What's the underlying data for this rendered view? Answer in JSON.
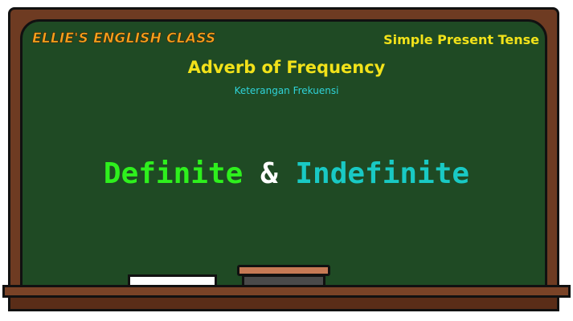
{
  "board": {
    "class_name": "ELLIE'S ENGLISH CLASS",
    "tense": "Simple Present Tense",
    "title": "Adverb of Frequency",
    "subtitle": "Keterangan Frekuensi",
    "headline": {
      "word1": "Definite",
      "amp": "&",
      "word2": "Indefinite"
    }
  },
  "colors": {
    "frame_wood": "#6e3b22",
    "board_green": "#1f4a24",
    "class_name_orange": "#f5a11c",
    "yellow_text": "#f2e21a",
    "subtitle_cyan": "#2fd3d9",
    "definite_green": "#2ef01d",
    "indefinite_teal": "#19c9c4"
  }
}
